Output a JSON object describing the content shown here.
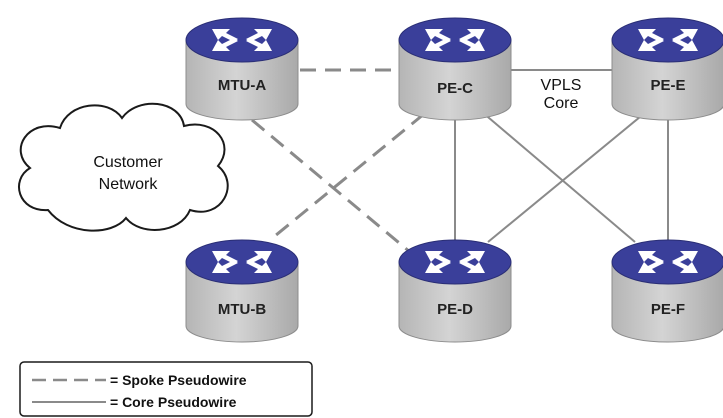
{
  "routers": {
    "mtu_a": "MTU-A",
    "mtu_b": "MTU-B",
    "pe_c": "PE-C",
    "pe_d": "PE-D",
    "pe_e": "PE-E",
    "pe_f": "PE-F"
  },
  "cloud": {
    "line1": "Customer",
    "line2": "Network"
  },
  "core_label": {
    "line1": "VPLS",
    "line2": "Core"
  },
  "legend": {
    "spoke": "= Spoke Pseudowire",
    "core": "= Core Pseudowire"
  },
  "colors": {
    "router_top": "#3a3f9a",
    "router_body": "#c9c9c9",
    "core_line": "#8a8a8a",
    "spoke_line": "#8a8a8a",
    "router_icon": "router-arrows-icon"
  }
}
